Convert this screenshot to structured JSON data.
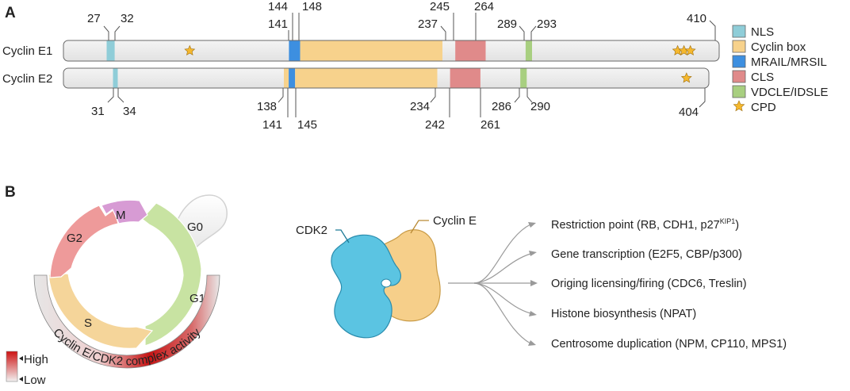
{
  "panel_a": {
    "label": "A",
    "proteins": [
      {
        "name": "Cyclin E1",
        "length": "410",
        "domains": [
          {
            "type": "nls",
            "start": 27,
            "end": 32
          },
          {
            "type": "mrail",
            "start": 141,
            "end": 148
          },
          {
            "type": "cyclin",
            "start": 148,
            "end": 237
          },
          {
            "type": "cls",
            "start": 245,
            "end": 264
          },
          {
            "type": "vdcle",
            "start": 289,
            "end": 293
          }
        ],
        "cpd": [
          79,
          384,
          388,
          392
        ],
        "pos_labels": [
          "27",
          "32",
          "144",
          "148",
          "141",
          "237",
          "245",
          "264",
          "289",
          "293"
        ]
      },
      {
        "name": "Cyclin E2",
        "length": "404",
        "domains": [
          {
            "type": "nls",
            "start": 31,
            "end": 34
          },
          {
            "type": "cyclin",
            "start": 138,
            "end": 141
          },
          {
            "type": "mrail",
            "start": 141,
            "end": 145
          },
          {
            "type": "cyclin",
            "start": 145,
            "end": 234
          },
          {
            "type": "cls",
            "start": 242,
            "end": 261
          },
          {
            "type": "vdcle",
            "start": 286,
            "end": 290
          }
        ],
        "cpd": [
          390
        ],
        "pos_labels": [
          "31",
          "34",
          "138",
          "141",
          "145",
          "234",
          "242",
          "261",
          "286",
          "290"
        ]
      }
    ],
    "legend": [
      {
        "key": "nls",
        "label": "NLS",
        "color": "#8fcdd8"
      },
      {
        "key": "cyclin",
        "label": "Cyclin box",
        "color": "#f7d28c"
      },
      {
        "key": "mrail",
        "label": "MRAIL/MRSIL",
        "color": "#3d8fe0"
      },
      {
        "key": "cls",
        "label": "CLS",
        "color": "#e08a8a"
      },
      {
        "key": "vdcle",
        "label": "VDCLE/IDSLE",
        "color": "#a8cf80"
      },
      {
        "key": "cpd",
        "label": "CPD",
        "color": "#f5b82e"
      }
    ]
  },
  "panel_b": {
    "label": "B",
    "phases": {
      "g1": "G1",
      "s": "S",
      "g2": "G2",
      "m": "M",
      "g0": "G0"
    },
    "phase_colors": {
      "g1": "#c8e3a2",
      "s": "#f5d59a",
      "g2": "#ee9a9a",
      "m": "#d79bd4"
    },
    "activity_label": "Cyclin E/CDK2 complex activity",
    "scale": {
      "high": "High",
      "low": "Low",
      "high_color": "#cc1111",
      "low_color": "#f2f2f2"
    },
    "complex": {
      "cdk2": "CDK2",
      "cyclin_e": "Cyclin E",
      "cdk2_color": "#5bc4e2",
      "cyclin_e_color": "#f6cf8a"
    },
    "targets": [
      {
        "text": "Restriction point (RB, CDH1, p27",
        "sup": "KIP1",
        "tail": ")"
      },
      {
        "text": "Gene transcription (E2F5, CBP/p300)"
      },
      {
        "text": "Origing licensing/firing (CDC6, Treslin)"
      },
      {
        "text": "Histone biosynthesis (NPAT)"
      },
      {
        "text": "Centrosome duplication (NPM, CP110, MPS1)"
      }
    ]
  }
}
